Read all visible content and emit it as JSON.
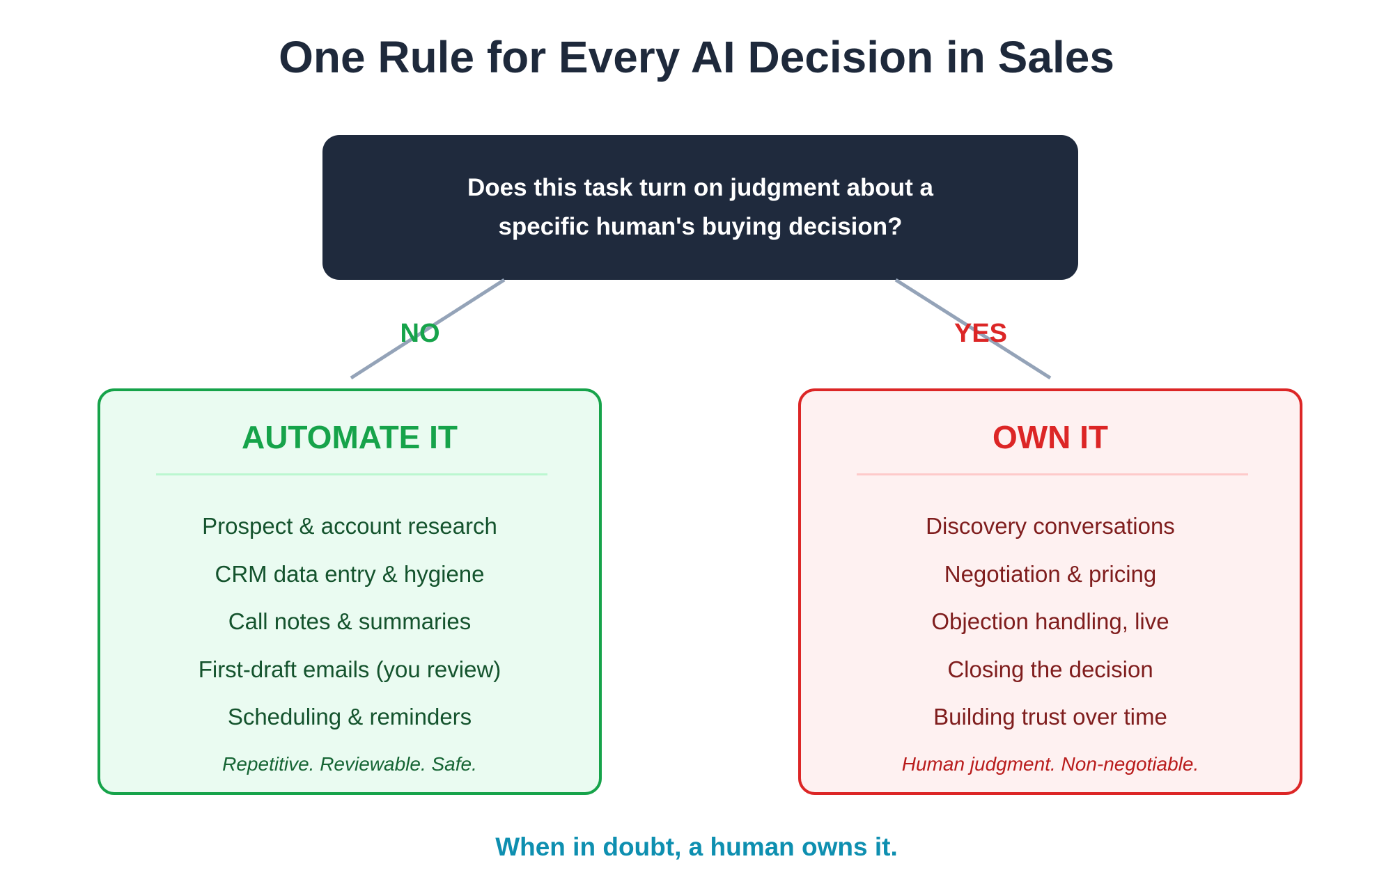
{
  "title": "One Rule for Every AI Decision in Sales",
  "question": "Does this task turn on judgment about a specific human's buying decision?",
  "branches": {
    "no_label": "NO",
    "yes_label": "YES"
  },
  "automate": {
    "heading": "AUTOMATE IT",
    "items": [
      "Prospect & account research",
      "CRM data entry & hygiene",
      "Call notes & summaries",
      "First-draft emails (you review)",
      "Scheduling & reminders"
    ],
    "tagline": "Repetitive. Reviewable. Safe."
  },
  "own": {
    "heading": "OWN IT",
    "items": [
      "Discovery conversations",
      "Negotiation & pricing",
      "Objection handling, live",
      "Closing the decision",
      "Building trust over time"
    ],
    "tagline": "Human judgment. Non-negotiable."
  },
  "footer": "When in doubt, a human owns it.",
  "colors": {
    "question_bg": "#1f2a3d",
    "automate_accent": "#16a34a",
    "automate_bg": "#eafbf1",
    "own_accent": "#dc2626",
    "own_bg": "#fef1f1",
    "connector": "#94a3b8",
    "footer": "#0e8fb0"
  }
}
